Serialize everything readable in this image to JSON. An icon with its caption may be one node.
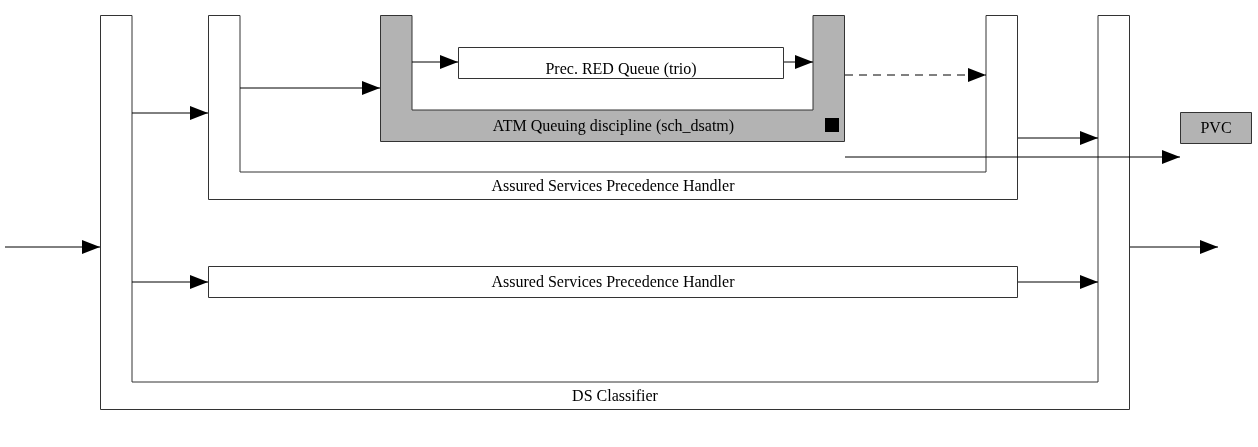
{
  "diagram": {
    "nodes": [
      {
        "text": [
          "DS Classifier"
        ]
      },
      {
        "text": [
          "Assured Services Precedence Handler"
        ],
        "in": 0
      },
      {
        "text": [
          "ATM Queuing discipline (sch_dsatm)"
        ],
        "in": 1
      },
      {
        "text": [
          "Prec. RED Queue (trio)"
        ],
        "in": 2
      },
      {
        "text": [
          "Assured Services Precedence Handler"
        ],
        "in": 0
      },
      {
        "text": [
          "PVC"
        ]
      }
    ],
    "edges": [
      {
        "from": null,
        "to": 0,
        "arrow": "to"
      },
      {
        "from": 0,
        "to": 1,
        "arrow": "to"
      },
      {
        "from": 1,
        "to": 2,
        "arrow": "to"
      },
      {
        "from": 2,
        "to": 3,
        "arrow": "to"
      },
      {
        "from": 3,
        "to": 2,
        "arrow": "to"
      },
      {
        "from": 2,
        "to": 1,
        "arrow": "to",
        "style": "dashed"
      },
      {
        "from": 1,
        "to": 0,
        "arrow": "to"
      },
      {
        "from": 2,
        "to": 5,
        "arrow": "to"
      },
      {
        "from": 0,
        "to": 4,
        "arrow": "to"
      },
      {
        "from": 4,
        "to": 0,
        "arrow": "to"
      },
      {
        "from": 0,
        "to": null,
        "arrow": "to"
      }
    ]
  }
}
